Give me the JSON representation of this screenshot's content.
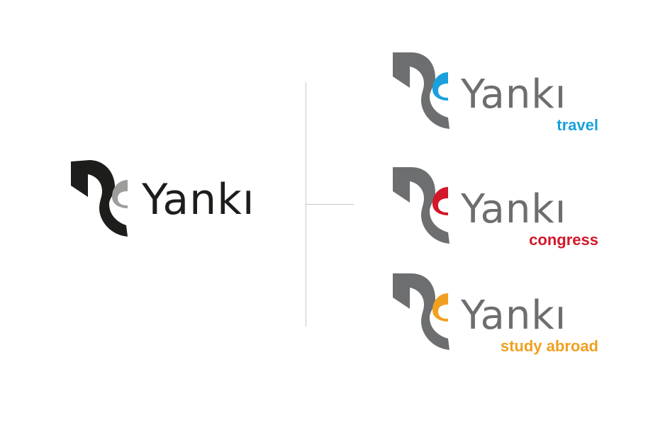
{
  "brand": {
    "main_wordmark": "Yankı",
    "colors": {
      "main_mark": "#1d1d1b",
      "main_accent": "#9d9d9c",
      "sub_mark": "#6d6e70",
      "travel": "#1aa0dc",
      "congress": "#d3172a",
      "study_abroad": "#f0a020",
      "divider": "#c8c8c8"
    }
  },
  "sub_brands": [
    {
      "wordmark": "Yankı",
      "tagline": "travel",
      "color": "#1aa0dc"
    },
    {
      "wordmark": "Yankı",
      "tagline": "congress",
      "color": "#d3172a"
    },
    {
      "wordmark": "Yankı",
      "tagline": "study abroad",
      "color": "#f0a020"
    }
  ]
}
